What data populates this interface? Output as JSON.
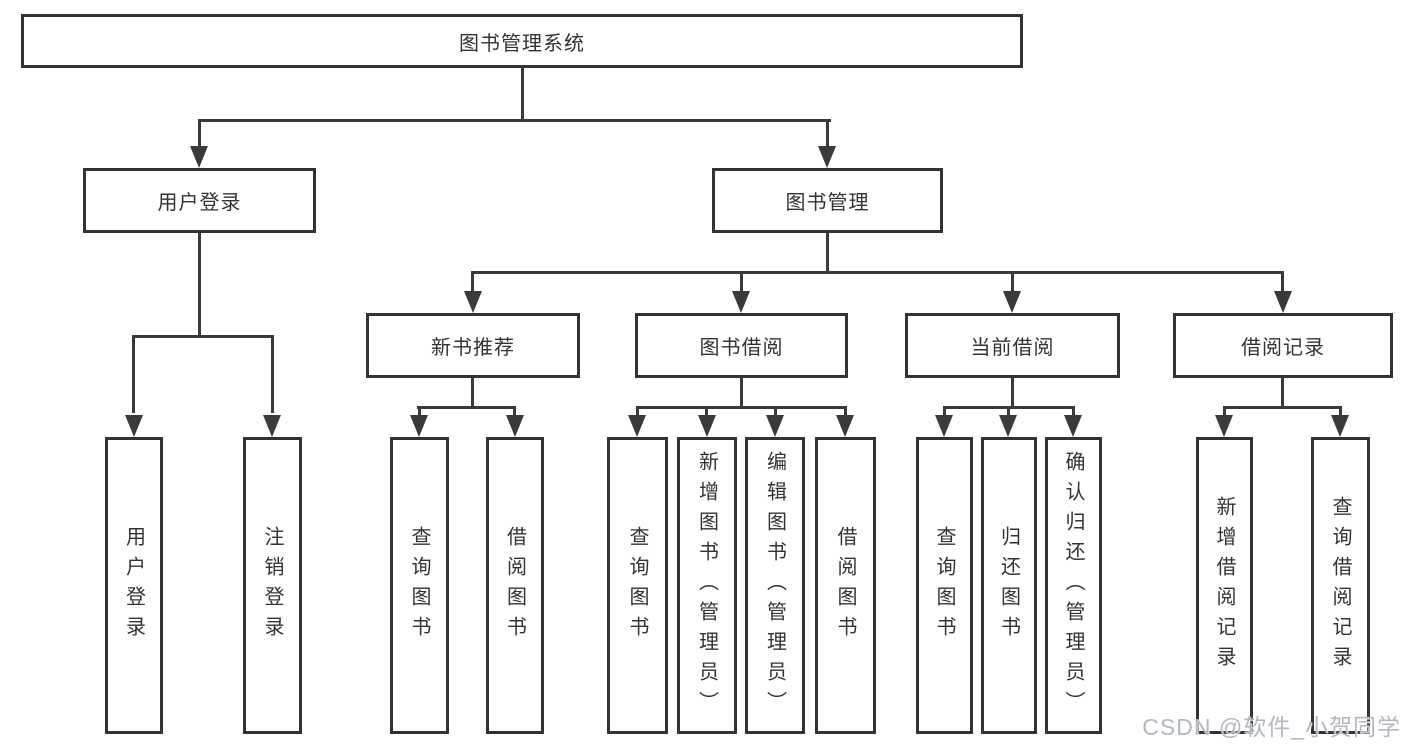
{
  "tree": {
    "root": {
      "label": "图书管理系统"
    },
    "branches": [
      {
        "label": "用户登录",
        "children": [
          {
            "label": "用户登录"
          },
          {
            "label": "注销登录"
          }
        ]
      },
      {
        "label": "图书管理",
        "children": [
          {
            "label": "新书推荐",
            "children": [
              {
                "label": "查询图书"
              },
              {
                "label": "借阅图书"
              }
            ]
          },
          {
            "label": "图书借阅",
            "children": [
              {
                "label": "查询图书"
              },
              {
                "label": "新增图书（管理员）"
              },
              {
                "label": "编辑图书（管理员）"
              },
              {
                "label": "借阅图书"
              }
            ]
          },
          {
            "label": "当前借阅",
            "children": [
              {
                "label": "查询图书"
              },
              {
                "label": "归还图书"
              },
              {
                "label": "确认归还（管理员）"
              }
            ]
          },
          {
            "label": "借阅记录",
            "children": [
              {
                "label": "新增借阅记录"
              },
              {
                "label": "查询借阅记录"
              }
            ]
          }
        ]
      }
    ]
  },
  "watermark": {
    "text": "CSDN @软件_小贺同学"
  },
  "colors": {
    "line": "#3a3a3a",
    "border": "#333333",
    "text": "#333333",
    "box_fill": "#ffffff",
    "watermark": "#b2b7c0"
  }
}
